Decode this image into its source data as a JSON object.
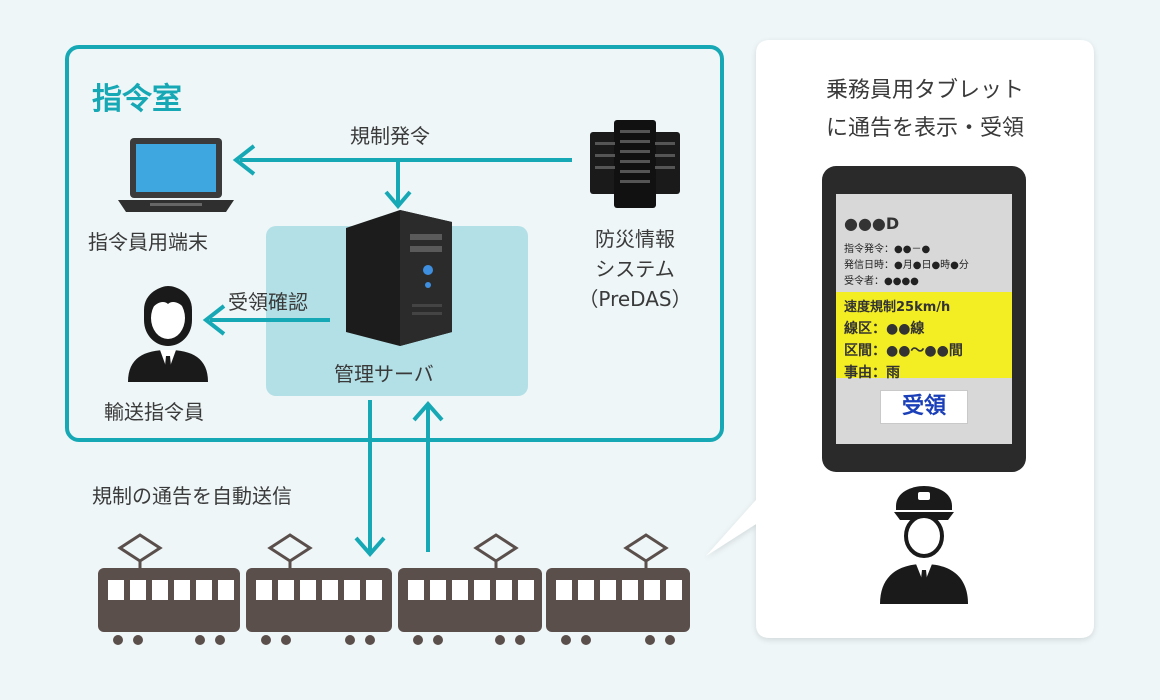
{
  "control_room": {
    "title": "指令室",
    "labels": {
      "order": "規制発令",
      "terminal": "指令員用端末",
      "receipt": "受領確認",
      "dispatcher": "輸送指令員",
      "server": "管理サーバ",
      "predas_line1": "防災情報",
      "predas_line2": "システム",
      "predas_line3": "（PreDAS）"
    }
  },
  "auto_send_label": "規制の通告を自動送信",
  "crew_panel": {
    "title_line1": "乗務員用タブレット",
    "title_line2": "に通告を表示・受領",
    "tablet": {
      "train_id": "●●●D",
      "info_lines": [
        "指令発令：●●－●",
        "発信日時：●月●日●時●分",
        "受令者：●●●●"
      ],
      "notice_speed": "速度規制25km/h",
      "notice_line": "線区：●●線",
      "notice_section": "区間：●●～●●間",
      "notice_reason": "事由：雨",
      "ack_button": "受領"
    }
  },
  "colors": {
    "teal": "#16a9b5",
    "server_box": "#b3e0e6",
    "train": "#5b4f4c",
    "notice_bg": "#f3ee24",
    "panel_bg": "#ffffff"
  }
}
